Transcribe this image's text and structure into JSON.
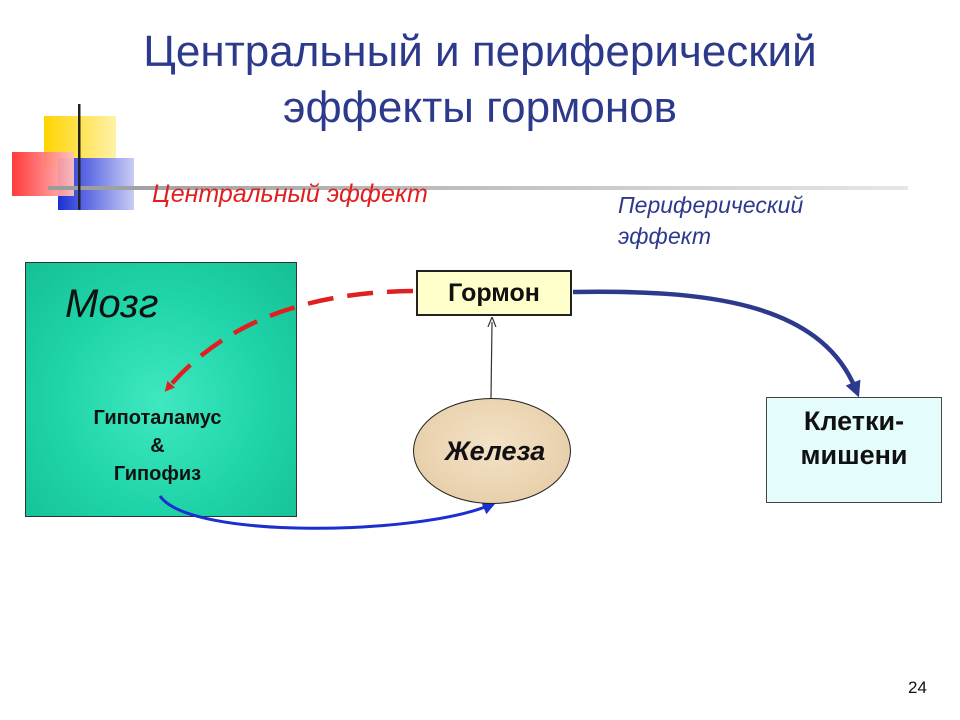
{
  "title": {
    "line1": "Центральный и периферический",
    "line2": "эффекты гормонов"
  },
  "labels": {
    "central_effect": "Центральный  эффект",
    "peripheral_effect_line1": "Периферический",
    "peripheral_effect_line2": "эффект"
  },
  "nodes": {
    "brain": "Мозг",
    "hypothalamus_line1": "Гипоталамус",
    "hypothalamus_line2": "&",
    "hypothalamus_line3": "Гипофиз",
    "hormone": "Гормон",
    "gland": "Железа",
    "target_line1": "Клетки-",
    "target_line2": "мишени"
  },
  "page_number": "24",
  "colors": {
    "title": "#2d3a8c",
    "central_arrow": "#e02020",
    "peripheral_arrow": "#2d3a8c",
    "gland_arrow": "#1a2fd0",
    "brain_fill": "#1fd4a8",
    "hormone_fill": "#ffffcc",
    "gland_fill": "#ead3b0",
    "target_fill": "#e4fcfc"
  }
}
